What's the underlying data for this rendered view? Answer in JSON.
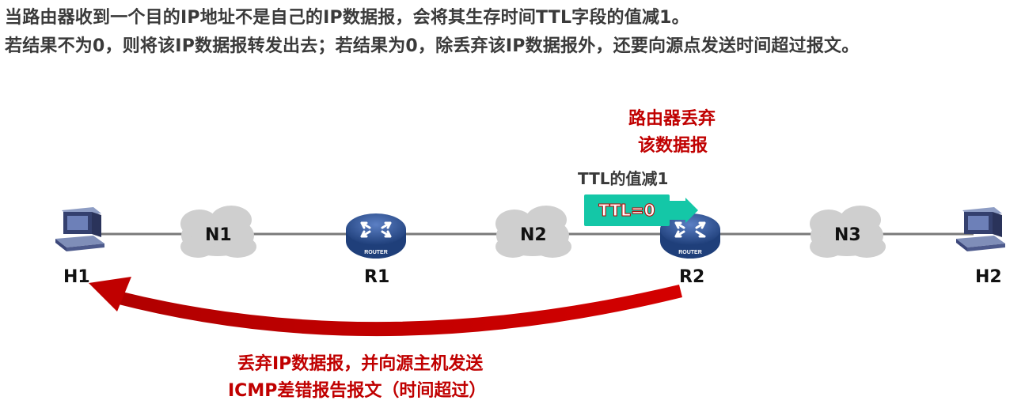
{
  "header": {
    "line1": "当路由器收到一个目的IP地址不是自己的IP数据报，会将其生存时间TTL字段的值减1。",
    "line2": "若结果不为0，则将该IP数据报转发出去；若结果为0，除丢弃该IP数据报外，还要向源点发送时间超过报文。"
  },
  "nodes": {
    "h1": "H1",
    "r1": "R1",
    "r2": "R2",
    "h2": "H2",
    "router_badge": "ROUTER"
  },
  "networks": {
    "n1": "N1",
    "n2": "N2",
    "n3": "N3"
  },
  "annotations": {
    "drop_line1": "路由器丢弃",
    "drop_line2": "该数据报",
    "ttl_decrement": "TTL的值减1",
    "ttl_value": "TTL=0",
    "icmp_line1": "丢弃IP数据报，并向源主机发送",
    "icmp_line2": "ICMP差错报告报文（时间超过）"
  },
  "colors": {
    "accent_red": "#c00000",
    "ttl_badge": "#14c7a7",
    "router_blue": "#2e5597",
    "host_blue": "#4a5a8a",
    "cloud_gray": "#cfcfcf"
  }
}
